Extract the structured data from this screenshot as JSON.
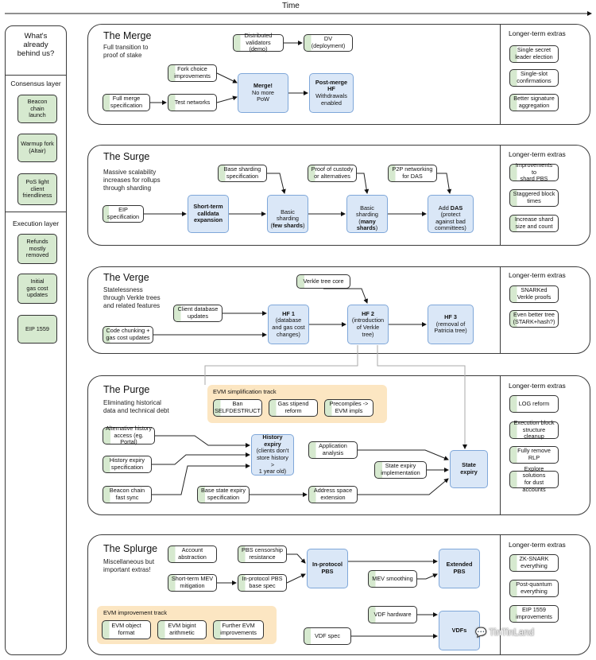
{
  "time_label": "Time",
  "left": {
    "title": "What's\nalready\nbehind us?",
    "consensus_label": "Consensus layer",
    "consensus_items": [
      "Beacon\nchain\nlaunch",
      "Warmup fork\n(Altair)",
      "PoS light\nclient\nfriendliness"
    ],
    "execution_label": "Execution layer",
    "execution_items": [
      "Refunds\nmostly\nremoved",
      "Initial\ngas cost\nupdates",
      "EIP 1559"
    ]
  },
  "extras_title": "Longer-term extras",
  "merge": {
    "title": "The Merge",
    "subtitle": "Full transition to\nproof of stake",
    "distributed": "Distributed\nvalidators (demo)",
    "dv": "DV\n(deployment)",
    "fork_choice": "Fork choice\nimprovements",
    "full_merge_spec": "Full merge\nspecification",
    "test_networks": "Test networks",
    "merge_bold": "Merge!",
    "merge_rest": "No more\nPoW",
    "post_merge_bold": "Post-merge\nHF",
    "post_merge_rest": "Withdrawals\nenabled",
    "extras": [
      "Single secret\nleader election",
      "Single-slot\nconfirmations",
      "Better signature\naggregation"
    ]
  },
  "surge": {
    "title": "The Surge",
    "subtitle": "Massive scalability\nincreases for rollups\nthrough sharding",
    "base_sharding": "Base sharding\nspecification",
    "proof_custody": "Proof of custody\nor alternatives",
    "p2p": "P2P networking\nfor DAS",
    "eip": "EIP\nspecification",
    "short_term": "Short-term\ncalldata\nexpansion",
    "basic_few_a": "Basic\nsharding\n(",
    "basic_few_b": "few shards",
    "basic_few_c": ")",
    "basic_many_a": "Basic\nsharding\n(",
    "basic_many_b": "many\nshards",
    "basic_many_c": ")",
    "das_a": "Add ",
    "das_b": "DAS",
    "das_c": "\n(protect\nagainst bad\ncommittees)",
    "extras": [
      "Improvements to\nshard PBS",
      "Staggered block\ntimes",
      "Increase shard\nsize and count"
    ]
  },
  "verge": {
    "title": "The Verge",
    "subtitle": "Statelessness\nthrough Verkle trees\nand related features",
    "verkle_core": "Verkle tree core",
    "client_db": "Client database\nupdates",
    "code_chunking": "Code chunking +\ngas cost updates",
    "hf1_bold": "HF 1",
    "hf1_rest": "(database\nand gas cost\nchanges)",
    "hf2_bold": "HF 2",
    "hf2_rest": "(introduction\nof Verkle\ntree)",
    "hf3_bold": "HF 3",
    "hf3_rest": "(removal of\nPatricia tree)",
    "extras": [
      "SNARKed\nVerkle proofs",
      "Even better tree\n(STARK+hash?)"
    ]
  },
  "purge": {
    "title": "The Purge",
    "subtitle": "Eliminating historical\ndata and technical debt",
    "evm_track": "EVM simplification track",
    "ban_self": "Ban\nSELFDESTRUCT",
    "gas_stipend": "Gas stipend\nreform",
    "precompiles": "Precompiles ->\nEVM impls",
    "alt_history": "Alternative history\naccess (eg. Portal)",
    "history_spec": "History expiry\nspecification",
    "beacon_sync": "Beacon chain\nfast sync",
    "history_expiry_bold": "History\nexpiry",
    "history_expiry_rest": "(clients don't\nstore history >\n1 year old)",
    "app_analysis": "Application\nanalysis",
    "state_impl": "State expiry\nimplementation",
    "base_state": "Base state expiry\nspecification",
    "address_space": "Address space\nextension",
    "state_expiry": "State expiry",
    "extras": [
      "LOG reform",
      "Execution block\nstructure cleanup",
      "Fully remove\nRLP",
      "Explore solutions\nfor dust accounts"
    ]
  },
  "splurge": {
    "title": "The Splurge",
    "subtitle": "Miscellaneous but\nimportant extras!",
    "account_abs": "Account\nabstraction",
    "pbs_censor": "PBS censorship\nresistance",
    "short_mev": "Short-term MEV\nmitigation",
    "inprotocol_spec": "In-protocol PBS\nbase spec",
    "inprotocol_pbs": "In-protocol\nPBS",
    "extended_pbs": "Extended\nPBS",
    "mev_smoothing": "MEV smoothing",
    "vdf_hardware": "VDF hardware",
    "vdf_spec": "VDF spec",
    "vdfs": "VDFs",
    "evm_track": "EVM improvement track",
    "evm_object": "EVM object\nformat",
    "evm_bigint": "EVM bigint\narithmetic",
    "further_evm": "Further EVM\nimprovements",
    "extras": [
      "ZK-SNARK\neverything",
      "Post-quantum\neverything",
      "EIP 1559\nimprovements"
    ]
  },
  "watermark": "TinTinLand"
}
